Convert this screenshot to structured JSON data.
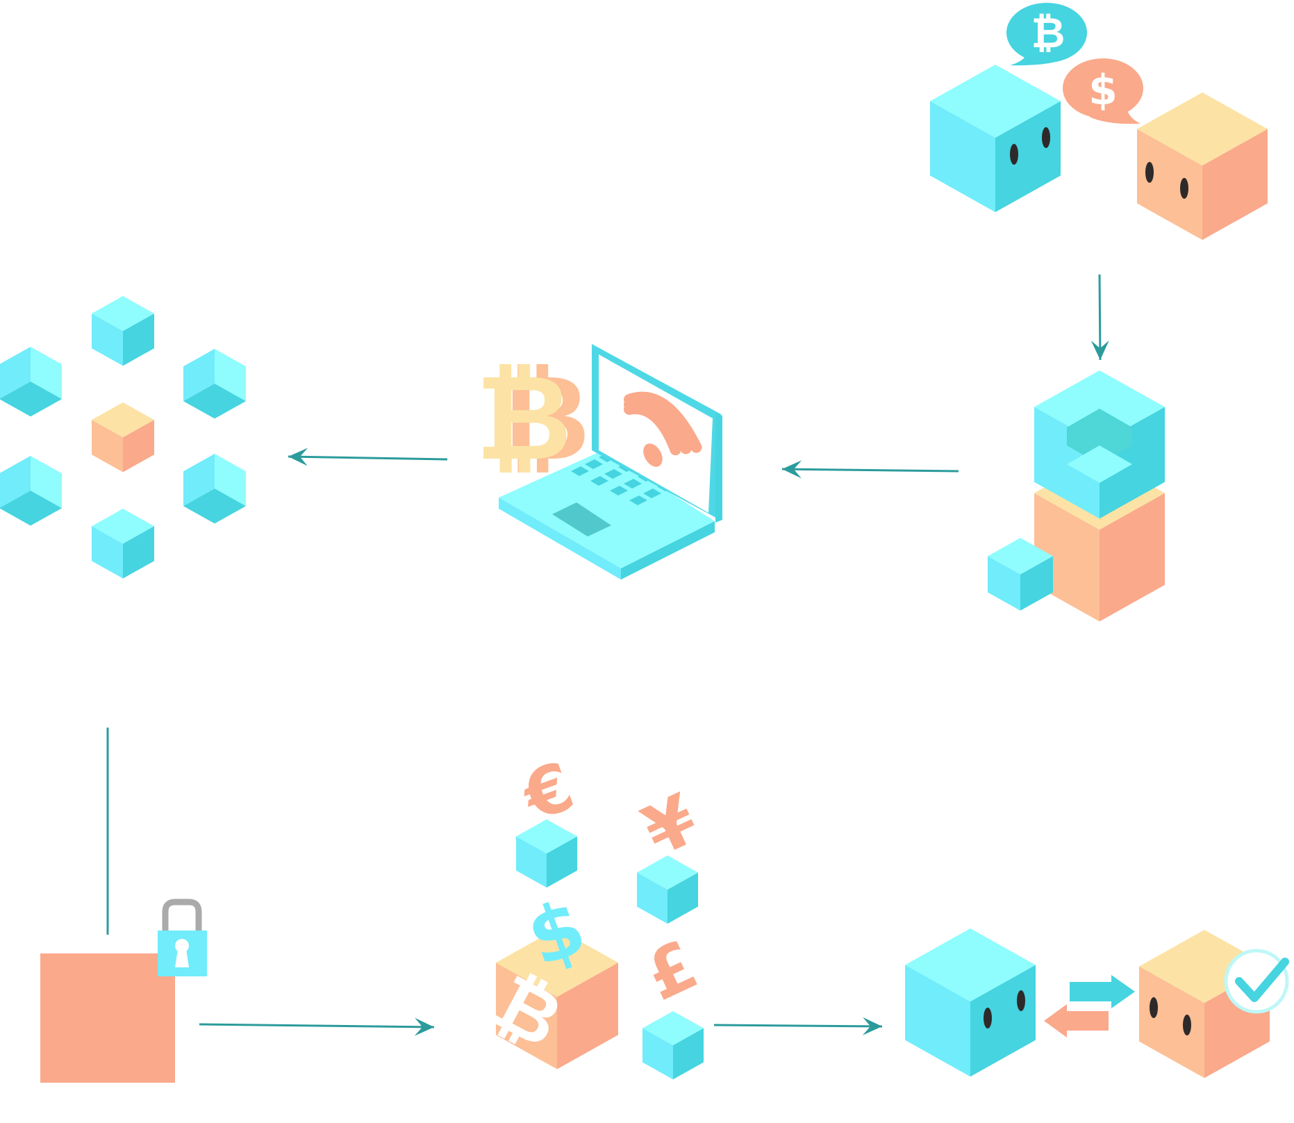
{
  "colors": {
    "cyan_top": "#8FFCFD",
    "cyan_left": "#70ECFB",
    "cyan_right": "#45D4E0",
    "peach_top": "#FCE3A5",
    "peach_left": "#FDBF96",
    "peach_right": "#FAA98B",
    "salmon": "#FAA98B",
    "arrow": "#2B9B9B",
    "eye": "#2E2A2A",
    "lock_shackle": "#AAAAAA",
    "screen_frame": "#4ED8E6"
  },
  "steps": [
    {
      "name": "two-parties-chatting",
      "icons": [
        "bitcoin-speech-bubble-icon",
        "dollar-speech-bubble-icon"
      ]
    },
    {
      "name": "block-creation"
    },
    {
      "name": "online-bitcoin-transaction",
      "icons": [
        "bitcoin-coin-icon",
        "wifi-icon"
      ]
    },
    {
      "name": "distributed-network"
    },
    {
      "name": "locked-block",
      "icons": [
        "padlock-icon"
      ]
    },
    {
      "name": "currency-blocks",
      "icons": [
        "euro-icon",
        "yen-icon",
        "dollar-icon",
        "pound-icon",
        "bitcoin-icon"
      ]
    },
    {
      "name": "verified-exchange",
      "icons": [
        "exchange-arrows-icon",
        "checkmark-badge-icon"
      ]
    }
  ],
  "currency_glyphs": {
    "bitcoin": "₿",
    "dollar": "$",
    "euro": "€",
    "yen": "¥",
    "pound": "£"
  }
}
